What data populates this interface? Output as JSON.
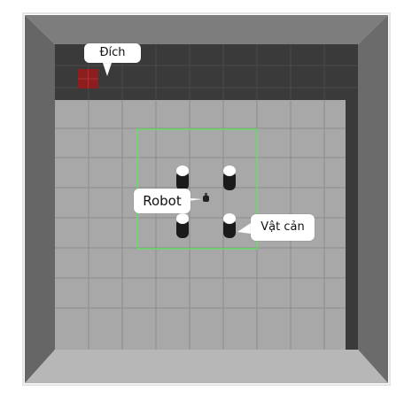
{
  "labels": {
    "goal": "Đích",
    "robot": "Robot",
    "obstacle": "Vật cản"
  },
  "colors": {
    "outer_wall": "#6f6f6f",
    "top_wall": "#7e7e7e",
    "dark_floor": "#3b3b3b",
    "light_floor": "#a9a9a9",
    "bottom_wall": "#b7b7b7",
    "grid_line": "#8f8f8f",
    "dark_grid_line": "#4a4a4a",
    "goal_fill": "#8f1f1f",
    "sensor_box": "#66dd66",
    "obstacle_body": "#1b1b1b",
    "obstacle_top": "#ffffff"
  },
  "icons": [
    "goal-marker-icon",
    "robot-icon",
    "obstacle-icon"
  ]
}
